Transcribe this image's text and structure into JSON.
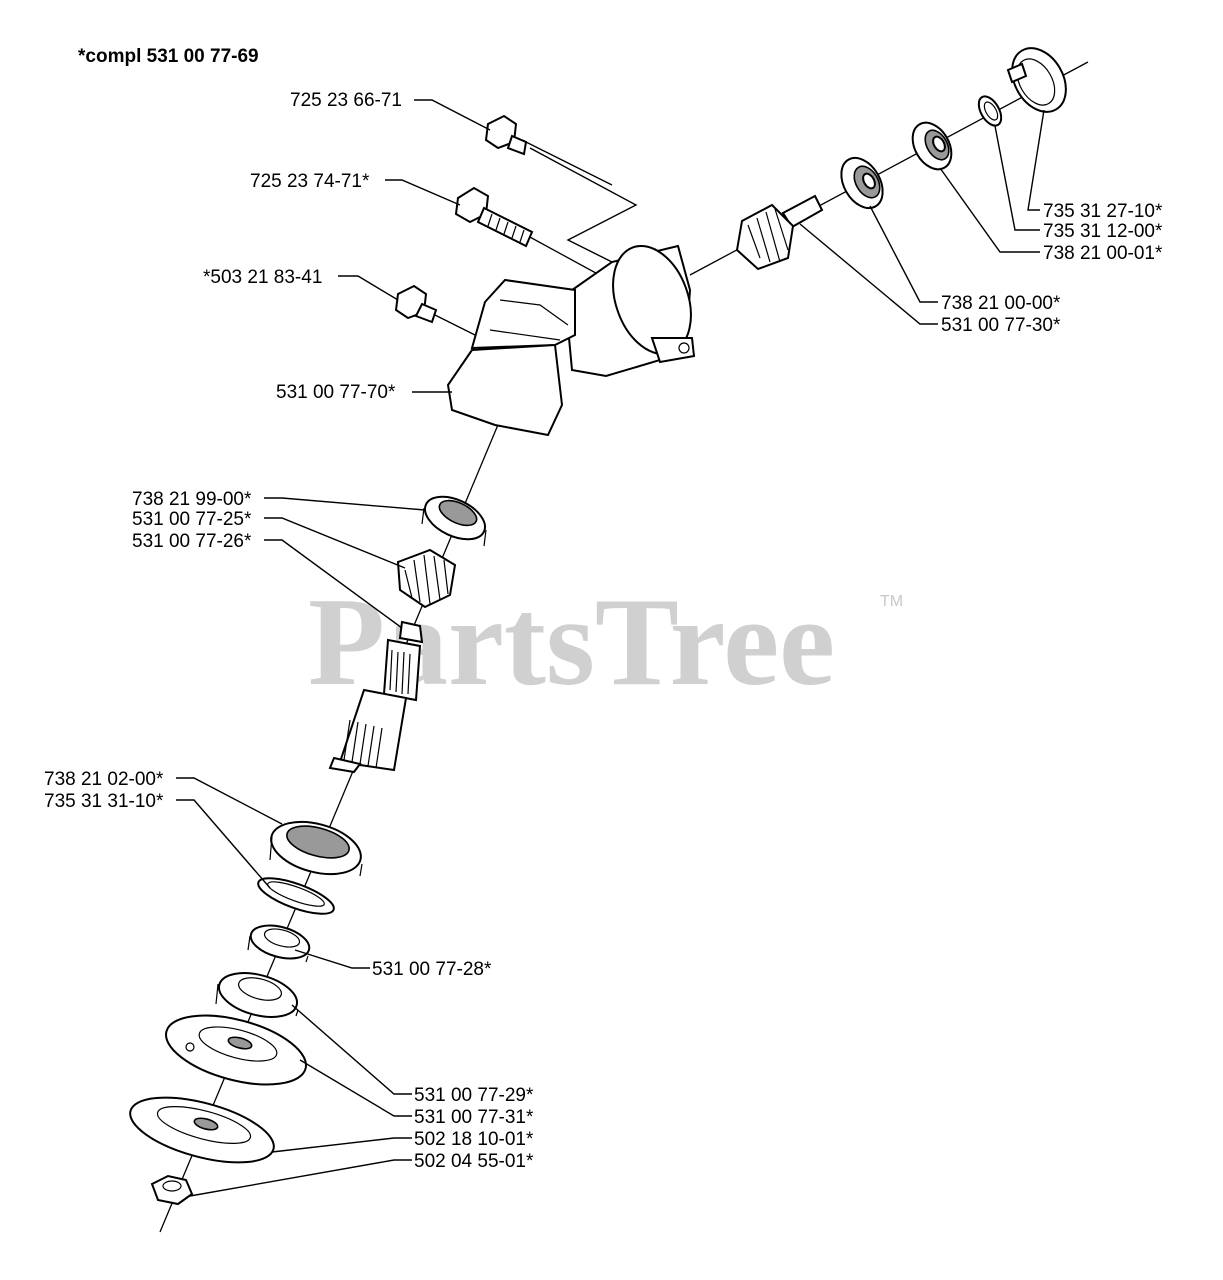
{
  "title": "*compl 531 00 77-69",
  "watermark": "PartsTree",
  "trademark": "TM",
  "labels": {
    "p725236671": "725 23 66-71",
    "p725237471": "725 23 74-71*",
    "p503218341": "*503 21 83-41",
    "p531007770": "531 00 77-70*",
    "p738219900": "738 21 99-00*",
    "p531007725": "531 00 77-25*",
    "p531007726": "531 00 77-26*",
    "p738210200": "738 21 02-00*",
    "p735313110": "735 31 31-10*",
    "p531007728": "531 00 77-28*",
    "p531007729": "531 00 77-29*",
    "p531007731": "531 00 77-31*",
    "p502181001": "502 18 10-01*",
    "p502045501": "502 04 55-01*",
    "p735312710": "735 31 27-10*",
    "p735311200": "735 31 12-00*",
    "p738210001": "738 21 00-01*",
    "p738210000": "738 21 00-00*",
    "p531007730": "531 00 77-30*"
  }
}
